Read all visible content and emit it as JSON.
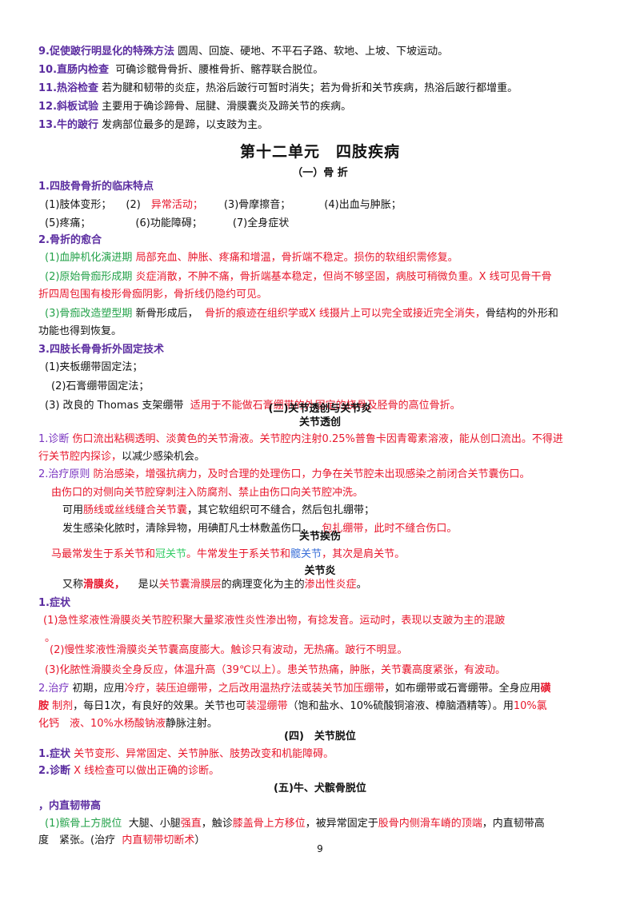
{
  "items_top": [
    {
      "head": "9.促使跛行明显化的特殊方法",
      "text": "圆周、回旋、硬地、不平石子路、软地、上坡、下坡运动。"
    },
    {
      "head": "10.直肠内检查",
      "text": "可确诊髋骨骨折、腰椎骨折、髂荐联合脱位。"
    },
    {
      "head": "11.热浴检查",
      "text": "若为腱和韧带的炎症，热浴后跛行可暂时消失；若为骨折和关节疾病，热浴后跛行都增重。"
    },
    {
      "head": "12.斜板试验",
      "text": "主要用于确诊蹄骨、屈腱、滑膜囊炎及蹄关节的疾病。"
    },
    {
      "head": "13.牛的跛行",
      "text": "发病部位最多的是蹄，以支跂为主。"
    }
  ],
  "unit_title": "第十二单元　四肢疾病",
  "sec1_title": "（一）骨 折",
  "fracture": {
    "h1": "1.四肢骨骨折的临床特点",
    "f1": "(1)肢体变形；",
    "f2a": "(2)　",
    "f2b": "异常活动；",
    "f3": "(3)骨摩擦音；",
    "f4": "(4)出血与肿胀；",
    "f5": "(5)疼痛；",
    "f6": "(6)功能障碍；",
    "f7": "(7)全身症状",
    "h2": "2.骨折的愈合",
    "s1a": "(1)血肿机化演进期",
    "s1b": "局部充血、肿胀、疼痛和增温，骨折端不稳定。损伤的软组织需修复。",
    "s2a": "(2)原始骨痂形成期",
    "s2b": "炎症消散，不肿不痛，骨折端基本稳定，但尚不够坚固，病肢可稍微负重。X 线可见骨干骨",
    "s2c": "折四周包围有梭形骨痂阴影，骨折线仍隐约可见。",
    "s3a": "(3)骨痂改造塑型期",
    "s3b": "新骨形成后，",
    "s3c": "骨折的痕迹在组织学或X 线摄片上可以完全或接近完全消失，",
    "s3d": "骨结构的外形和",
    "s3e": "功能也得到恢复。",
    "h3": "3.四肢长骨骨折外固定技术",
    "t1": "(1)夹板绷带固定法；",
    "t2": "(2)石膏绷带固定法；",
    "t3a": "(3) 改良的 Thomas 支架绷带",
    "t3b": "适用于不能做石膏绷带的外固定的桡骨及胫骨的高位骨折。"
  },
  "sec2_title": "(二)关节透创与关节炎",
  "sec2_sub1": "关节透创",
  "wound": {
    "d_label": "1.诊断",
    "d_text": "伤口流出粘稠透明、淡黄色的关节滑液。关节腔内注射0.25%普鲁卡因青霉素溶液，能从创口流出。不得进",
    "d_text2": "行关节腔内探诊，",
    "d_text3": "以减少感染机会。",
    "p_label": "2.治疗原则",
    "p_text": "防治感染，增强抗病力，及时合理的处理伤口，力争在关节腔未出现感染之前闭合关节囊伤口。",
    "p2": "由伤口的对侧向关节腔穿刺注入防腐剂、禁止由伤口向关节腔冲洗。",
    "p3a": "可用",
    "p3b": "肠线或丝线缝合关节囊",
    "p3c": "，其它软组织可不缝合，然后包扎绷带；",
    "p4a": "发生感染化脓时，清除异物，用碘酊凡士林敷盖伤口，",
    "p4b": "包扎绷带，此时不缝合伤口。"
  },
  "sec2_sub2": "关节挨伤",
  "sprain": {
    "a": "马最常发生于系关节和",
    "b": "冠关节",
    "c": "。牛常发生于系关节和",
    "d": "髋关节",
    "e": "，其次是肩关节。"
  },
  "sec2_sub3": "关节炎",
  "arthritis": {
    "i1": "又称",
    "i2": "滑膜炎，",
    "i3": "是以",
    "i4": "关节囊滑膜层",
    "i5": "的病理变化为主的",
    "i6": "渗出性炎症",
    "i7": "。",
    "h1": "1.症状",
    "s1": "(1)急性浆液性滑膜炎关节腔积聚大量浆液性炎性渗出物，有捻发音。运动时，表现",
    "s1b": "以支跛为主的混跛",
    "s1c": "。",
    "s2": "(2)慢性浆液性滑膜炎关节囊高度膨大。触诊只有波动，无热痛。跛行不明显。",
    "s3": "(3)化脓性滑膜炎全身反应，体温升高（39℃以上）。患关节热痛，肿胀，关节囊高度紧张，有波动。",
    "t_label": "2.治疗",
    "t1": "初期，应用",
    "t2": "冷疗",
    "t3": "，装压迫绷带，之后改用",
    "t4": "温热疗法或装关节加压绷带",
    "t5": "，如布绷带或石膏绷带。全身应用",
    "t6": "磺",
    "t7": "胺",
    "t8": "制剂",
    "t9": "，每日1次，有良好的效果。关节也可",
    "t10": "装湿绷带",
    "t11": "（饱和盐水、10%硫酸铜溶液、樟脑酒精等）。用",
    "t12": "10%氯",
    "t13": "化钙　液、10%水杨酸钠液",
    "t14": "静脉注射。"
  },
  "sec4_title": "(四)　关节脱位",
  "disloc": {
    "s_label": "1.症状",
    "s_text": "关节变形、异常固定、关节肿胀、肢势改变和机能障碍。",
    "d_label": "2.诊断",
    "d_text": "X 线检查可以做出正确的诊断。"
  },
  "sec5_title": "(五)牛、犬髌骨脱位",
  "patella": {
    "h": "，内直韧带高",
    "a": "(1)髌骨上方脱位",
    "b": "大腿、小腿",
    "c": "强直",
    "d": "，触诊",
    "e": "膝盖骨上方移位",
    "f": "，被异常固定于",
    "g": "股骨内侧滑车嵴的顶端",
    "i": "度　紧张。(治疗",
    "j": "内直韧带切断术",
    "k": "）"
  },
  "page_number": "9"
}
